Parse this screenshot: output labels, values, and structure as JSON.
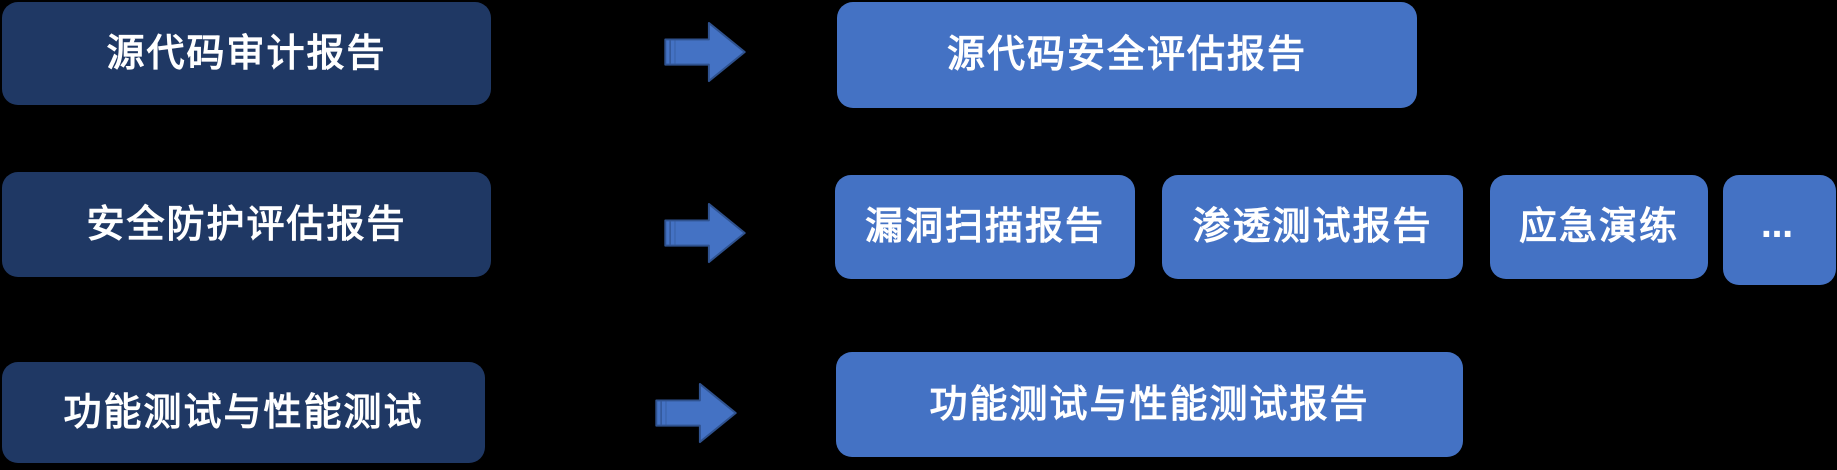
{
  "diagram": {
    "title_implicit": "",
    "colors": {
      "dark_box": "#1F3864",
      "light_box": "#4472C4",
      "arrow_fill": "#4472C4",
      "arrow_border": "#2F528F",
      "text_color": "#FFFFFF",
      "background": "#000000"
    },
    "rows": [
      {
        "source": "源代码审计报告",
        "outputs": [
          "源代码安全评估报告"
        ]
      },
      {
        "source": "安全防护评估报告",
        "outputs": [
          "漏洞扫描报告",
          "渗透测试报告",
          "应急演练",
          "…"
        ]
      },
      {
        "source": "功能测试与性能测试",
        "outputs": [
          "功能测试与性能测试报告"
        ]
      }
    ]
  }
}
